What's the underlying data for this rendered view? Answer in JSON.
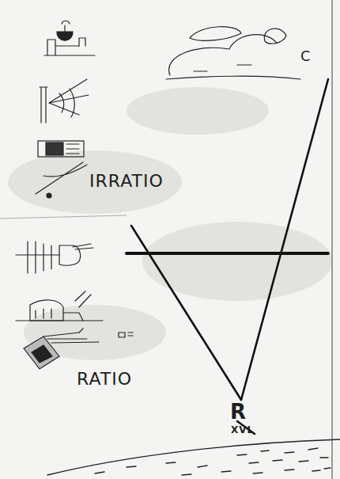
{
  "diagram": {
    "labels": [
      "C",
      "IRRATIO",
      "RATIO",
      "R",
      "XVL"
    ]
  }
}
